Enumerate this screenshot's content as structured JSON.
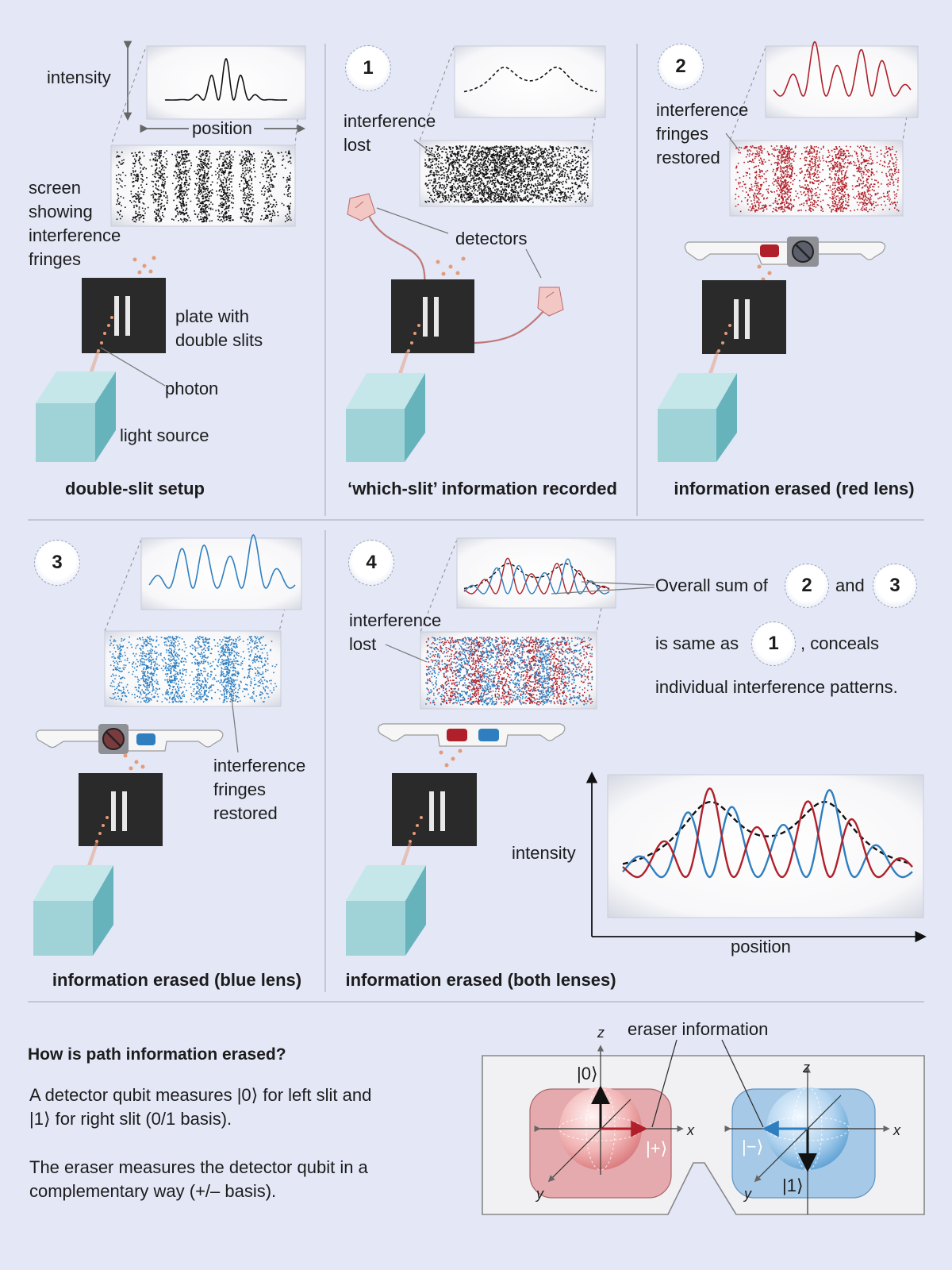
{
  "panels": {
    "setup": {
      "title": "double-slit setup",
      "intensity_label": "intensity",
      "position_label": "position",
      "screen_label": "screen\nshowing\ninterference\nfringes",
      "plate_label": "plate with\ndouble slits",
      "photon_label": "photon",
      "source_label": "light source"
    },
    "p1": {
      "badge": "1",
      "title": "‘which-slit’ information recorded",
      "lost_label": "interference\nlost",
      "detectors_label": "detectors"
    },
    "p2": {
      "badge": "2",
      "title": "information erased (red lens)",
      "restored_label": "interference\nfringes\nrestored"
    },
    "p3": {
      "badge": "3",
      "title": "information erased (blue lens)",
      "restored_label": "interference\nfringes\nrestored"
    },
    "p4": {
      "badge": "4",
      "title": "information erased (both lenses)",
      "lost_label": "interference\nlost",
      "note_part1": "Overall sum of",
      "note_and": "and",
      "note_badge2": "2",
      "note_badge3": "3",
      "note_is_same": "is same as",
      "note_badge1": "1",
      "note_conceals": ", conceals",
      "note_line3": "individual interference patterns.",
      "plot_ylabel": "intensity",
      "plot_xlabel": "position"
    }
  },
  "bottom": {
    "heading": "How is path information erased?",
    "para1": "A detector qubit measures |0⟩ for left slit and\n|1⟩ for right slit (0/1 basis).",
    "para2": "The eraser measures the detector qubit in a\ncomplementary way (+/– basis).",
    "eraser_label": "eraser information",
    "left_sphere": {
      "top_state": "|0⟩",
      "right_state": "|+⟩",
      "axis_z": "z",
      "axis_x": "x",
      "axis_y": "y"
    },
    "right_sphere": {
      "bottom_state": "|1⟩",
      "left_state": "|−⟩",
      "axis_z": "z",
      "axis_x": "x",
      "axis_y": "y"
    }
  },
  "colors": {
    "background": "#e3e7f6",
    "red": "#b0202a",
    "blue": "#2f7fc0",
    "cube": "#9fd3d8",
    "plate": "#2a2a2a",
    "photon": "#e59a78"
  }
}
